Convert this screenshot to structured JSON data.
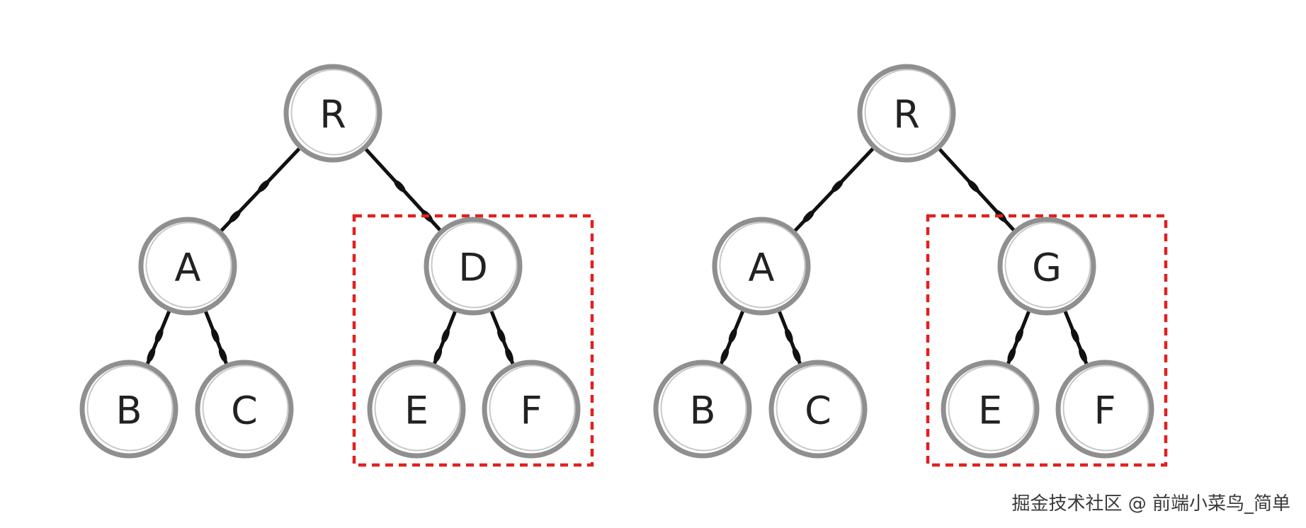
{
  "trees": [
    {
      "id": "left",
      "nodes": [
        {
          "id": "R",
          "label": "R"
        },
        {
          "id": "A",
          "label": "A"
        },
        {
          "id": "D",
          "label": "D"
        },
        {
          "id": "B",
          "label": "B"
        },
        {
          "id": "C",
          "label": "C"
        },
        {
          "id": "E",
          "label": "E"
        },
        {
          "id": "F",
          "label": "F"
        }
      ],
      "edges": [
        [
          "R",
          "A"
        ],
        [
          "R",
          "D"
        ],
        [
          "A",
          "B"
        ],
        [
          "A",
          "C"
        ],
        [
          "D",
          "E"
        ],
        [
          "D",
          "F"
        ]
      ],
      "highlighted_subtree_root": "D"
    },
    {
      "id": "right",
      "nodes": [
        {
          "id": "R",
          "label": "R"
        },
        {
          "id": "A",
          "label": "A"
        },
        {
          "id": "G",
          "label": "G"
        },
        {
          "id": "B",
          "label": "B"
        },
        {
          "id": "C",
          "label": "C"
        },
        {
          "id": "E",
          "label": "E"
        },
        {
          "id": "F",
          "label": "F"
        }
      ],
      "edges": [
        [
          "R",
          "A"
        ],
        [
          "R",
          "G"
        ],
        [
          "A",
          "B"
        ],
        [
          "A",
          "C"
        ],
        [
          "G",
          "E"
        ],
        [
          "G",
          "F"
        ]
      ],
      "highlighted_subtree_root": "G"
    }
  ],
  "colors": {
    "node_stroke": "#8f8f8f",
    "edge": "#111111",
    "highlight_box": "#e02020",
    "text": "#222222"
  },
  "watermark": "掘金技术社区 @ 前端小菜鸟_简单"
}
